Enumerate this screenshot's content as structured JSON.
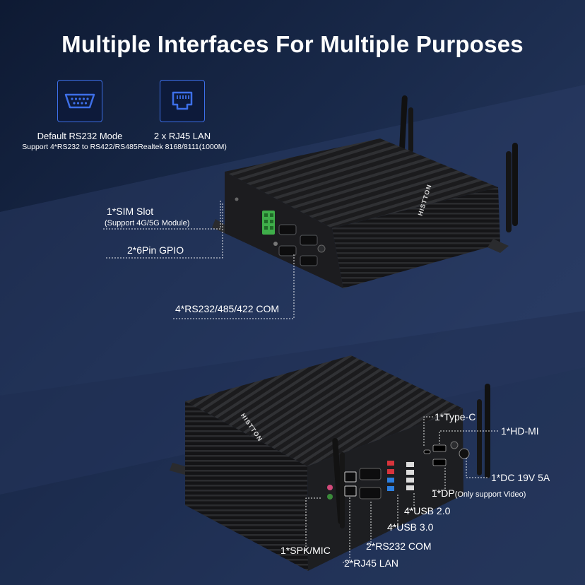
{
  "title": "Multiple Interfaces For Multiple Purposes",
  "features": [
    {
      "icon": "serial-port-icon",
      "line1": "Default RS232 Mode",
      "line2": "Support 4*RS232 to RS422/RS485"
    },
    {
      "icon": "ethernet-port-icon",
      "line1": "2 x RJ45 LAN",
      "line2": "Realtek 8168/8111(1000M)"
    }
  ],
  "brand": "HISTTON",
  "front_labels": {
    "sim": "1*SIM Slot",
    "sim_note": "(Support 4G/5G Module)",
    "gpio": "2*6Pin GPIO",
    "com": "4*RS232/485/422 COM"
  },
  "rear_labels": {
    "typec": "1*Type-C",
    "hdmi": "1*HD-MI",
    "dc": "1*DC 19V 5A",
    "dp": "1*DP",
    "dp_note": "(Only support Video)",
    "usb2": "4*USB 2.0",
    "usb3": "4*USB 3.0",
    "rs232": "2*RS232 COM",
    "spk": "1*SPK/MIC",
    "lan": "2*RJ45 LAN"
  },
  "colors": {
    "accent_blue": "#3d6fe8",
    "gpio_green": "#3fae4a",
    "usb3_blue": "#2c7fe0",
    "usb_red": "#d8343c"
  }
}
